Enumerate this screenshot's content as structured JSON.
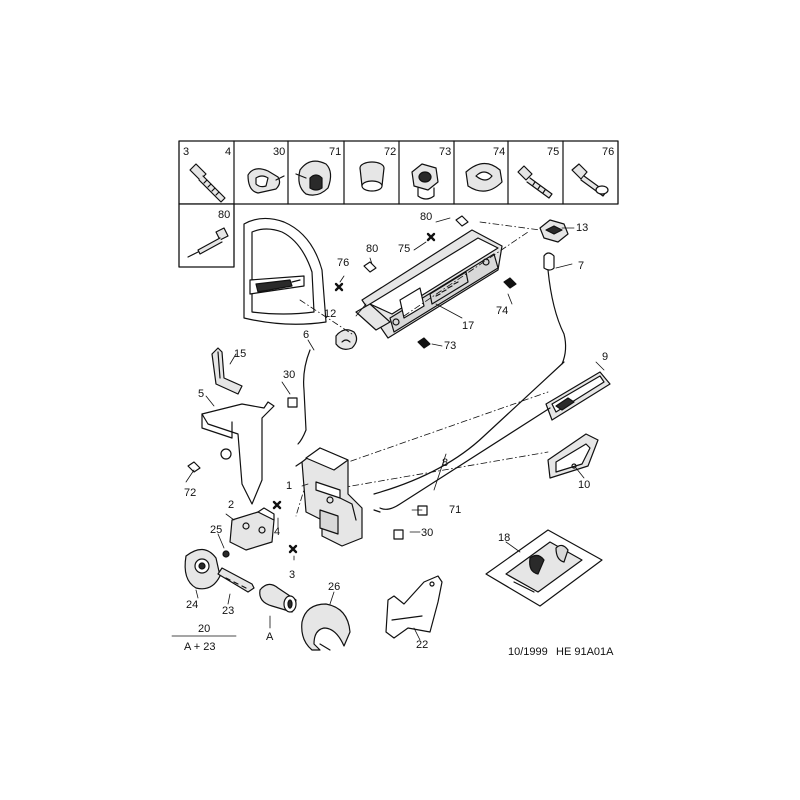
{
  "colors": {
    "ink": "#111111",
    "fill": "#e6e6e6",
    "dark": "#2a2a2a",
    "paper": "#ffffff"
  },
  "fastener_panel": {
    "cells": [
      {
        "left": "3",
        "right": "4",
        "icon": "screw-icon"
      },
      {
        "right": "30",
        "icon": "clip-icon"
      },
      {
        "right": "71",
        "icon": "rod-clip-icon"
      },
      {
        "right": "72",
        "icon": "grommet-icon"
      },
      {
        "right": "73",
        "icon": "nut-insert-icon"
      },
      {
        "right": "74",
        "icon": "washer-pad-icon"
      },
      {
        "right": "75",
        "icon": "screw-icon"
      },
      {
        "right": "76",
        "icon": "screw-icon"
      }
    ],
    "rivet_cell": {
      "right": "80",
      "icon": "rivet-icon"
    }
  },
  "callouts": {
    "c1": "1",
    "c2": "2",
    "c4": "4",
    "c3": "3",
    "c5": "5",
    "c6": "6",
    "c7": "7",
    "c8": "8",
    "c9": "9",
    "c10": "10",
    "c12": "12",
    "c13": "13",
    "c15": "15",
    "c17": "17",
    "c18": "18",
    "c22": "22",
    "c23": "23",
    "c24": "24",
    "c25": "25",
    "c26": "26",
    "c30a": "30",
    "c30b": "30",
    "c71": "71",
    "c72": "72",
    "c73": "73",
    "c74": "74",
    "c75": "75",
    "c76": "76",
    "c80a": "80",
    "c80b": "80",
    "cA": "A"
  },
  "legend": {
    "label": "20",
    "text": "A + 23"
  },
  "footer": {
    "date": "10/1999",
    "code": "HE 91A01A"
  }
}
